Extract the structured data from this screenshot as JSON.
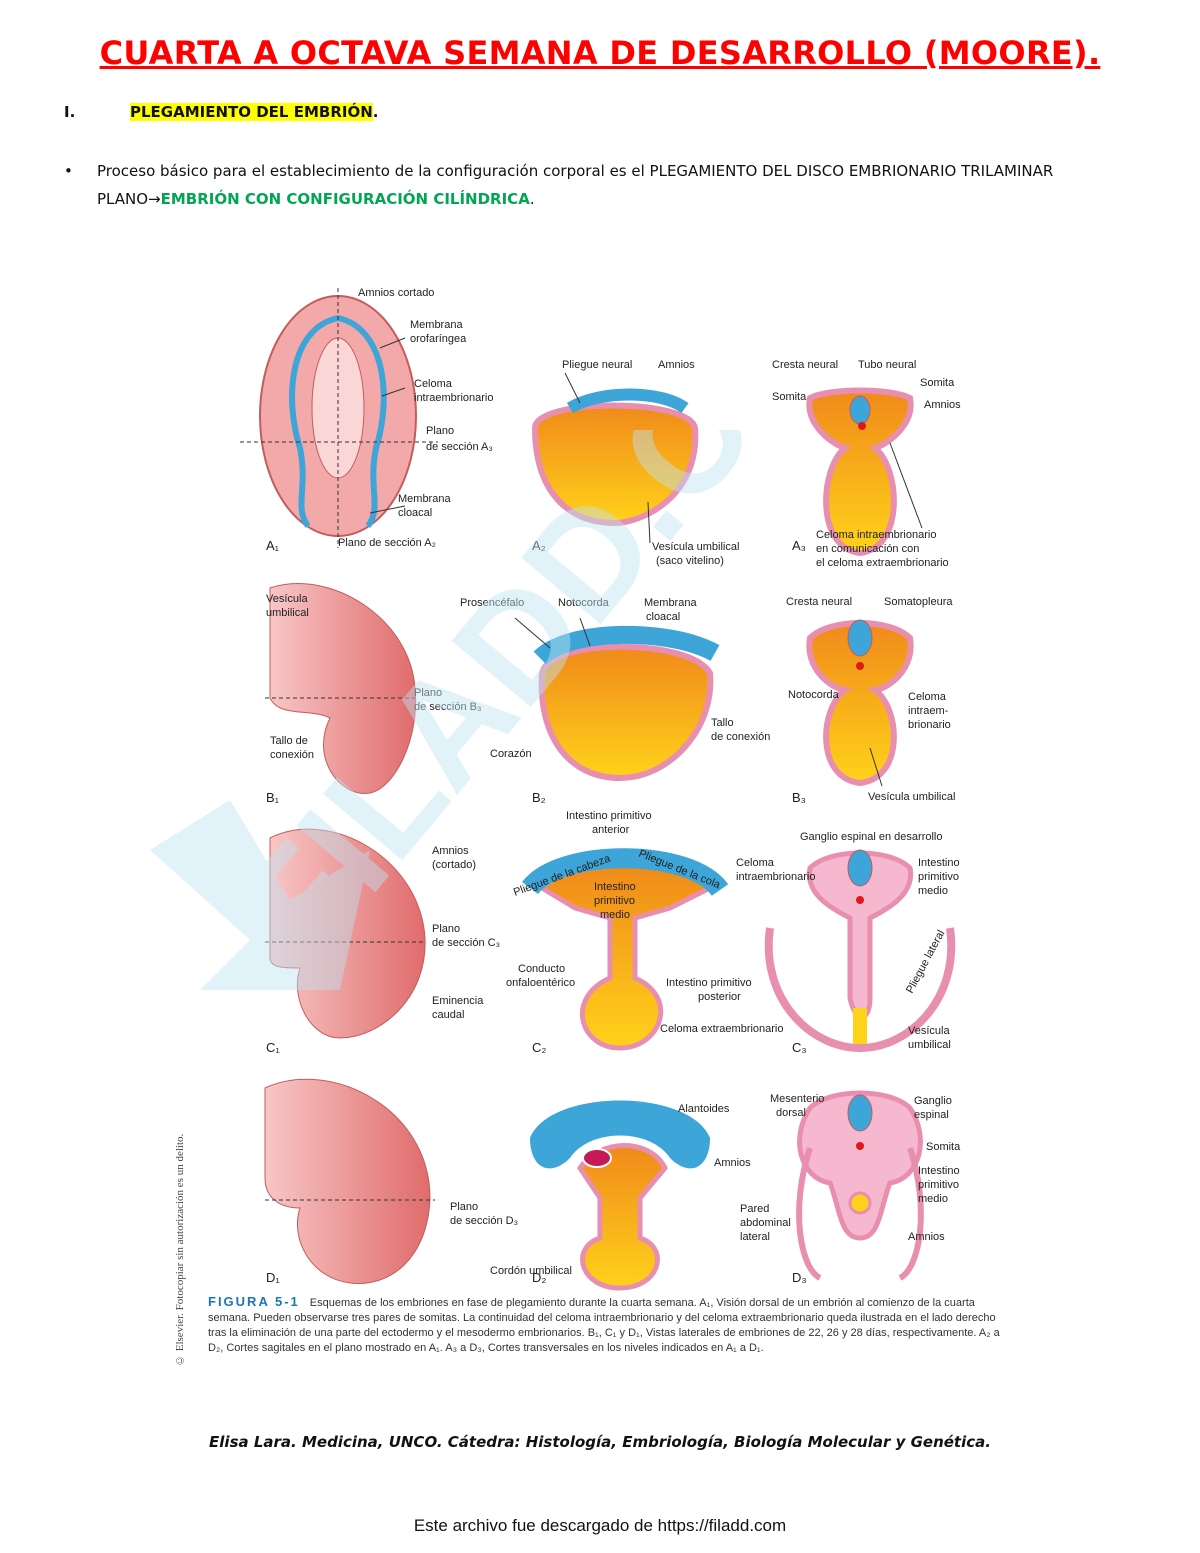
{
  "document": {
    "title": "CUARTA A OCTAVA SEMANA DE DESARROLLO (MOORE).",
    "section_number": "I.",
    "section_title": "PLEGAMIENTO DEL EMBRIÓN",
    "section_period": ".",
    "bullet_text": "Proceso básico para el establecimiento de la configuración corporal es el PLEGAMIENTO DEL DISCO EMBRIONARIO TRILAMINAR PLANO→",
    "bullet_highlight": "EMBRIÓN CON CONFIGURACIÓN CILÍNDRICA",
    "bullet_end": "."
  },
  "figure": {
    "panels": {
      "A1": "A₁",
      "A2": "A₂",
      "A3": "A₃",
      "B1": "B₁",
      "B2": "B₂",
      "B3": "B₃",
      "C1": "C₁",
      "C2": "C₂",
      "C3": "C₃",
      "D1": "D₁",
      "D2": "D₂",
      "D3": "D₃"
    },
    "labels": {
      "amnios_cortado": "Amnios cortado",
      "membrana_orofaringea_1": "Membrana",
      "membrana_orofaringea_2": "orofaríngea",
      "celoma_intra_1": "Celoma",
      "celoma_intra_2": "intraembrionario",
      "plano_a3_1": "Plano",
      "plano_a3_2": "de sección A₃",
      "membrana_cloacal_1": "Membrana",
      "membrana_cloacal_2": "cloacal",
      "plano_a2": "Plano de sección A₂",
      "pliegue_neural": "Pliegue neural",
      "amnios_a2": "Amnios",
      "vesicula_umbilical_1": "Vesícula umbilical",
      "vesicula_umbilical_2": "(saco vitelino)",
      "cresta_neural_a3": "Cresta neural",
      "tubo_neural": "Tubo neural",
      "somita_a3_r": "Somita",
      "somita_a3_l": "Somita",
      "amnios_a3": "Amnios",
      "celoma_com_1": "Celoma intraembrionario",
      "celoma_com_2": "en comunicación con",
      "celoma_com_3": "el celoma extraembrionario",
      "vesicula_b1_1": "Vesícula",
      "vesicula_b1_2": "umbilical",
      "plano_b3_1": "Plano",
      "plano_b3_2": "de sección B₃",
      "tallo_b1_1": "Tallo de",
      "tallo_b1_2": "conexión",
      "prosencefalo": "Prosencéfalo",
      "notocorda_b2": "Notocorda",
      "membrana_cloacal_b2_1": "Membrana",
      "membrana_cloacal_b2_2": "cloacal",
      "tallo_b2_1": "Tallo",
      "tallo_b2_2": "de conexión",
      "corazon": "Corazón",
      "cresta_neural_b3": "Cresta neural",
      "somatopleura": "Somatopleura",
      "notocorda_b3": "Notocorda",
      "celoma_b3_1": "Celoma",
      "celoma_b3_2": "intraem-",
      "celoma_b3_3": "brionario",
      "vesicula_b3": "Vesícula umbilical",
      "amnios_c1_1": "Amnios",
      "amnios_c1_2": "(cortado)",
      "plano_c3_1": "Plano",
      "plano_c3_2": "de sección C₃",
      "eminencia_1": "Eminencia",
      "eminencia_2": "caudal",
      "intestino_anterior_1": "Intestino primitivo",
      "intestino_anterior_2": "anterior",
      "pliegue_cabeza": "Pliegue de la cabeza",
      "pliegue_cola": "Pliegue de la cola",
      "intestino_medio_c2_1": "Intestino",
      "intestino_medio_c2_2": "primitivo",
      "intestino_medio_c2_3": "medio",
      "conducto_1": "Conducto",
      "conducto_2": "onfaloentérico",
      "intestino_posterior_1": "Intestino primitivo",
      "intestino_posterior_2": "posterior",
      "celoma_extra": "Celoma extraembrionario",
      "ganglio_desarrollo": "Ganglio espinal en desarrollo",
      "celoma_c3_1": "Celoma",
      "celoma_c3_2": "intraembrionario",
      "intestino_medio_c3_1": "Intestino",
      "intestino_medio_c3_2": "primitivo",
      "intestino_medio_c3_3": "medio",
      "pliegue_lateral": "Pliegue lateral",
      "vesicula_c3_1": "Vesícula",
      "vesicula_c3_2": "umbilical",
      "plano_d3_1": "Plano",
      "plano_d3_2": "de sección D₃",
      "alantoides": "Alantoides",
      "amnios_d2": "Amnios",
      "cordon": "Cordón umbilical",
      "mesenterio_1": "Mesenterio",
      "mesenterio_2": "dorsal",
      "ganglio_d3_1": "Ganglio",
      "ganglio_d3_2": "espinal",
      "somita_d3": "Somita",
      "intestino_medio_d3_1": "Intestino",
      "intestino_medio_d3_2": "primitivo",
      "intestino_medio_d3_3": "medio",
      "pared_1": "Pared",
      "pared_2": "abdominal",
      "pared_3": "lateral",
      "amnios_d3": "Amnios"
    },
    "caption_label": "FIGURA 5-1",
    "caption_text": "Esquemas de los embriones en fase de plegamiento durante la cuarta semana. A₁, Visión dorsal de un embrión al comienzo de la cuarta semana. Pueden observarse tres pares de somitas. La continuidad del celoma intraembrionario y del celoma extraembrionario queda ilustrada en el lado derecho tras la eliminación de una parte del ectodermo y el mesodermo embrionarios. B₁, C₁ y D₁, Vistas laterales de embriones de 22, 26 y 28 días, respectivamente. A₂ a D₂, Cortes sagitales en el plano mostrado en A₁. A₃ a D₃, Cortes transversales en los niveles indicados en A₁ a D₁.",
    "copyright": "© Elsevier. Fotocopiar sin autorización es un delito."
  },
  "footer": {
    "author": "Elisa Lara. Medicina, UNCO. Cátedra: Histología, Embriología, Biología Molecular y Genética.",
    "download": "Este archivo fue descargado de https://filadd.com"
  },
  "watermark": {
    "text": "FILADD.COM",
    "color": "#bfe3f2"
  },
  "colors": {
    "title": "#ff0000",
    "highlight": "#ffff00",
    "green": "#00a651",
    "figure_label": "#1b76b8"
  }
}
